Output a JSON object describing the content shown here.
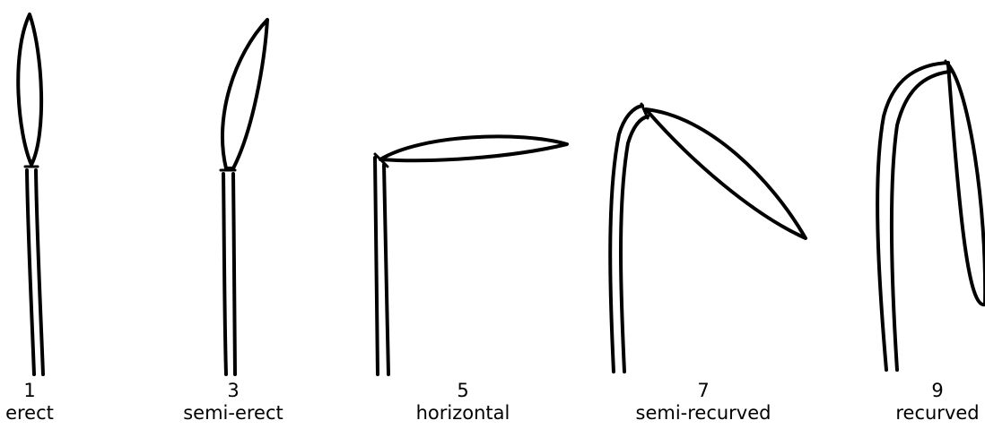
{
  "colors": {
    "ink": "#000000",
    "background": "#ffffff"
  },
  "stages": [
    {
      "score": "1",
      "label": "erect"
    },
    {
      "score": "3",
      "label": "semi-erect"
    },
    {
      "score": "5",
      "label": "horizontal"
    },
    {
      "score": "7",
      "label": "semi-recurved"
    },
    {
      "score": "9",
      "label": "recurved"
    }
  ]
}
